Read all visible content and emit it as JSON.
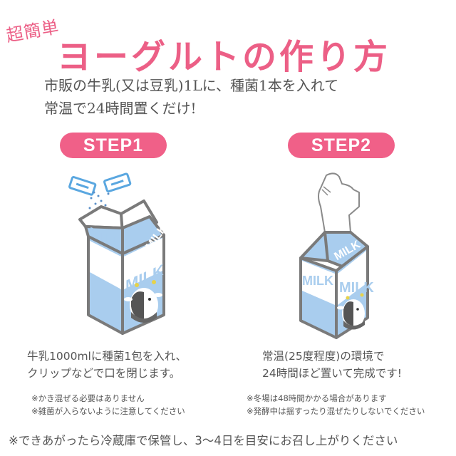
{
  "header": {
    "tag": "超簡単",
    "title": "ヨーグルトの作り方"
  },
  "intro": {
    "lines": [
      "市販の牛乳(又は豆乳)1Lに、種菌1本を入れて",
      "常温で24時間置くだけ!"
    ]
  },
  "steps": [
    {
      "label": "STEP1",
      "illustration": "milk-carton-with-starter-packets",
      "carton_text": "MILK",
      "description": [
        "牛乳1000mlに種菌1包を入れ、",
        "クリップなどで口を閉じます。"
      ],
      "notes": [
        "※かき混ぜる必要はありません",
        "※雑菌が入らないように注意してください"
      ]
    },
    {
      "label": "STEP2",
      "illustration": "milk-carton-clipped",
      "carton_text": "MILK",
      "description": [
        "常温(25度程度)の環境で",
        "24時間ほど置いて完成です!"
      ],
      "notes": [
        "※冬場は48時間かかる場合があります",
        "※発酵中は揺すったり混ぜたりしないでください"
      ]
    }
  ],
  "footer": {
    "note": "※できあがったら冷蔵庫で保管し、3〜4日を目安にお召し上がりください"
  },
  "colors": {
    "accent_pink": "#ec5f86",
    "pill_pink": "#f06088",
    "carton_blue": "#a9cdee",
    "carton_outline": "#7a7a7a",
    "packet_blue": "#5aa7e0",
    "text_gray": "#555555"
  }
}
